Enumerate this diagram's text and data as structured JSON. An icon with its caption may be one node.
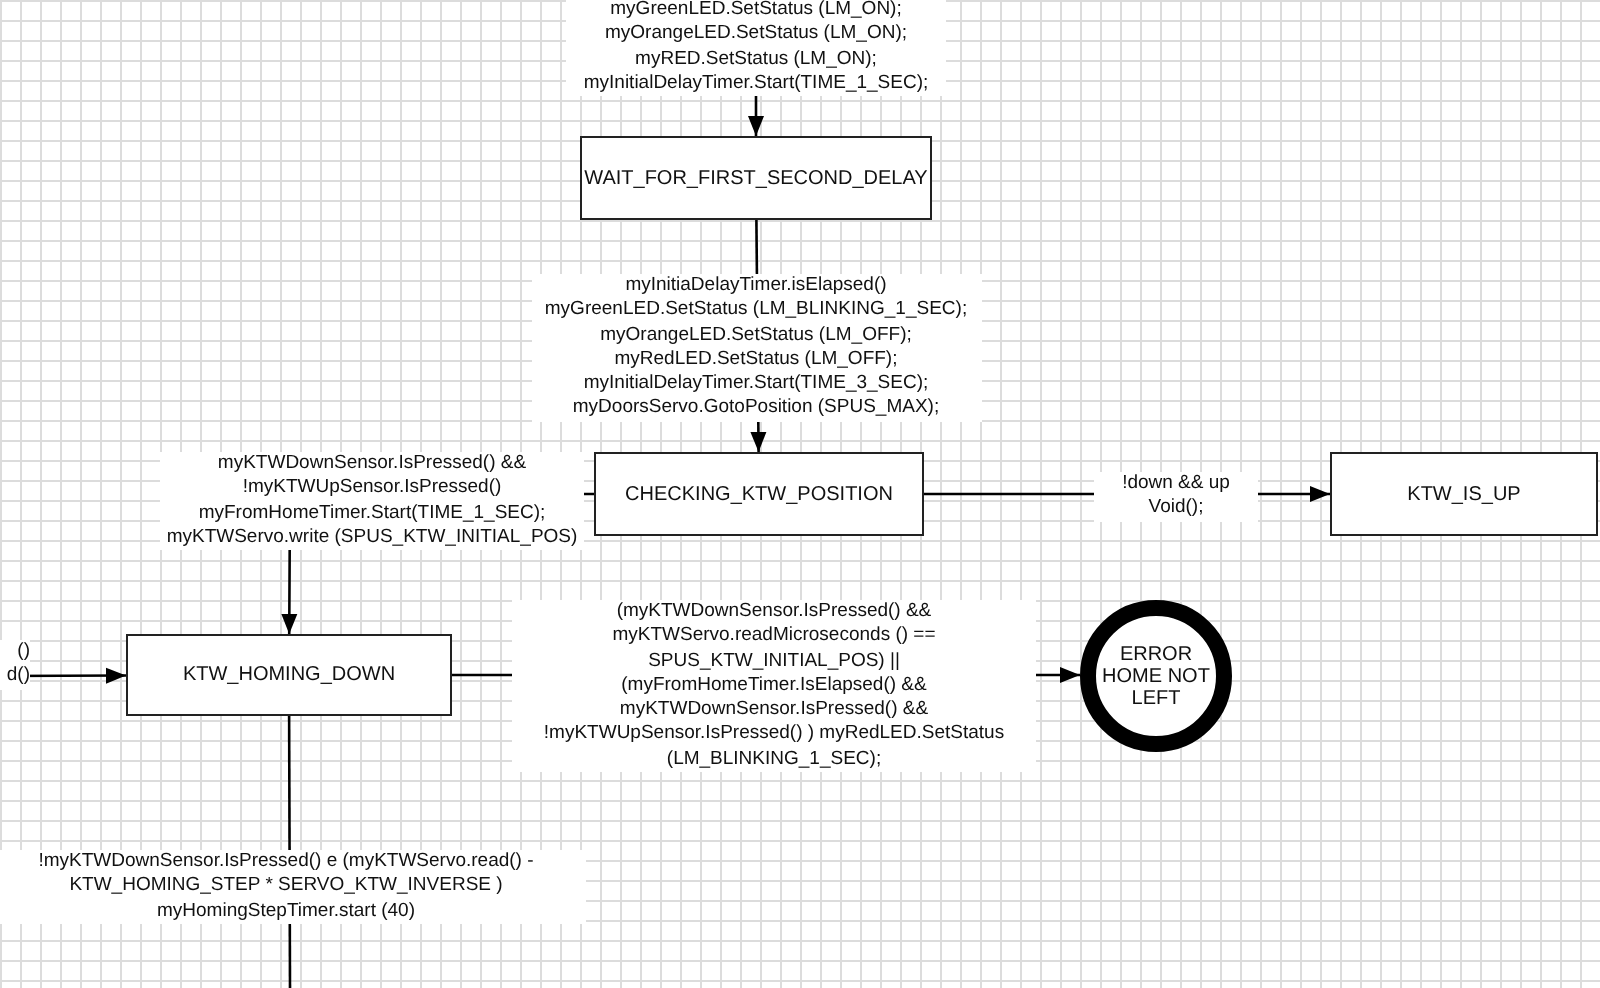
{
  "diagram": {
    "nodes": [
      {
        "text": [
          "WAIT_FOR_FIRST_SECOND_DELAY"
        ]
      },
      {
        "text": [
          "CHECKING_KTW_POSITION"
        ]
      },
      {
        "text": [
          "KTW_IS_UP"
        ]
      },
      {
        "text": [
          "KTW_HOMING_DOWN"
        ]
      },
      {
        "text": [
          "ERROR HOME NOT LEFT"
        ]
      }
    ],
    "edges": [
      {
        "from": null,
        "to": 0,
        "arrow": "to",
        "label": "myGreenLED.SetStatus (LM_ON); myOrangeLED.SetStatus (LM_ON); myRED.SetStatus (LM_ON); myInitialDelayTimer.Start(TIME_1_SEC);"
      },
      {
        "from": 0,
        "to": 1,
        "arrow": "to",
        "label": "myInitiaDelayTimer.isElapsed() myGreenLED.SetStatus (LM_BLINKING_1_SEC); myOrangeLED.SetStatus (LM_OFF); myRedLED.SetStatus (LM_OFF); myInitialDelayTimer.Start(TIME_3_SEC); myDoorsServo.GotoPosition (SPUS_MAX);"
      },
      {
        "from": 1,
        "to": 2,
        "arrow": "to",
        "label": "!down && up Void();"
      },
      {
        "from": 1,
        "to": 3,
        "arrow": "to",
        "label": "myKTWDownSensor.IsPressed() && !myKTWUpSensor.IsPressed() myFromHomeTimer.Start(TIME_1_SEC); myKTWServo.write (SPUS_KTW_INITIAL_POS)"
      },
      {
        "from": null,
        "to": 3,
        "arrow": "to",
        "label": "() d()"
      },
      {
        "from": 3,
        "to": 4,
        "arrow": "to",
        "label": "(myKTWDownSensor.IsPressed() && myKTWServo.readMicroseconds () == SPUS_KTW_INITIAL_POS) || (myFromHomeTimer.IsElapsed() && myKTWDownSensor.IsPressed() && !myKTWUpSensor.IsPressed() ) myRedLED.SetStatus (LM_BLINKING_1_SEC);"
      },
      {
        "from": 3,
        "to": null,
        "arrow": "none",
        "label": "!myKTWDownSensor.IsPressed() e (myKTWServo.read() - KTW_HOMING_STEP * SERVO_KTW_INVERSE ) myHomingStepTimer.start (40)"
      }
    ]
  }
}
